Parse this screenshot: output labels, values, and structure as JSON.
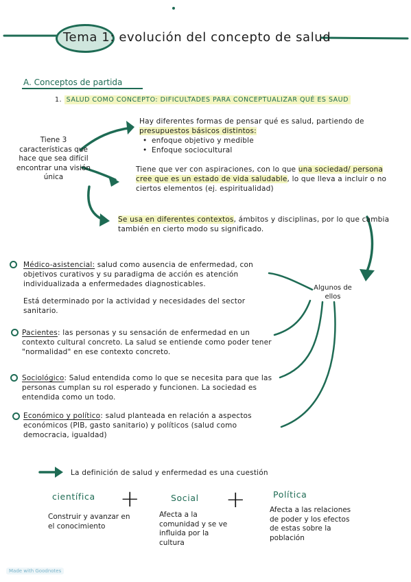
{
  "title": {
    "label": "Tema 1:",
    "text": "evolución del concepto de salud"
  },
  "section_a": {
    "heading": "A. Conceptos de partida",
    "subheading_number": "1.",
    "subheading": "SALUD COMO CONCEPTO: DIFICULTADES PARA CONCEPTUALIZAR QUÉ ES SAUD"
  },
  "three_features": "Tiene 3 características que hace que sea difícil encontrar una visión única",
  "intro": {
    "p1_start": "Hay diferentes formas de pensar qué es salud, partiendo de ",
    "p1_highlight": "presupuestos básicos distintos:",
    "bullets": [
      "enfoque objetivo y medible",
      "Enfoque sociocultural"
    ],
    "p2_start": "Tiene que ver con aspiraciones, con lo que ",
    "p2_highlight": "una sociedad/ persona cree que es un estado de vida saludable",
    "p2_end": ", lo que lleva a incluir o no ciertos elementos (ej. espiritualidad)",
    "p3_highlight": "Se usa en diferentes contextos",
    "p3_end": ", ámbitos y disciplinas, por lo que cambia también en cierto modo su significado."
  },
  "algunos": "Algunos de ellos",
  "models": {
    "medico": {
      "name": "Médico-asistencial:",
      "text": " salud como ausencia de enfermedad, con objetivos curativos y su paradigma de acción es atención individualizada a enfermedades diagnosticables.",
      "extra": "Está determinado por la actividad y necesidades del sector sanitario."
    },
    "pacientes": {
      "name": "Pacientes",
      "text": ": las personas y su sensación de enfermedad en un contexto cultural concreto. La salud se entiende como poder tener \"normalidad\" en ese contexto concreto."
    },
    "sociologico": {
      "name": "Sociológico",
      "text": ": Salud entendida como lo que se necesita para que las personas cumplan su rol esperado y funcionen. La sociedad es entendida como un todo."
    },
    "economico": {
      "name": "Económico y político",
      "text": ": salud planteada en relación a aspectos económicos (PIB, gasto sanitario) y políticos (salud como democracia, igualdad)"
    }
  },
  "definition": "La definición de salud y enfermedad es una cuestión",
  "categories": [
    {
      "name": "científica",
      "desc": "Construir y avanzar en el conocimiento"
    },
    {
      "name": "Social",
      "desc": "Afecta a la comunidad y se ve influida por la cultura"
    },
    {
      "name": "Política",
      "desc": "Afecta a las relaciones de poder y los efectos de estas sobre la población"
    }
  ],
  "badge": "Made with Goodnotes",
  "colors": {
    "accent": "#1e6b54",
    "highlight": "#f3f5c0",
    "oval_fill": "#cfe6dd"
  }
}
